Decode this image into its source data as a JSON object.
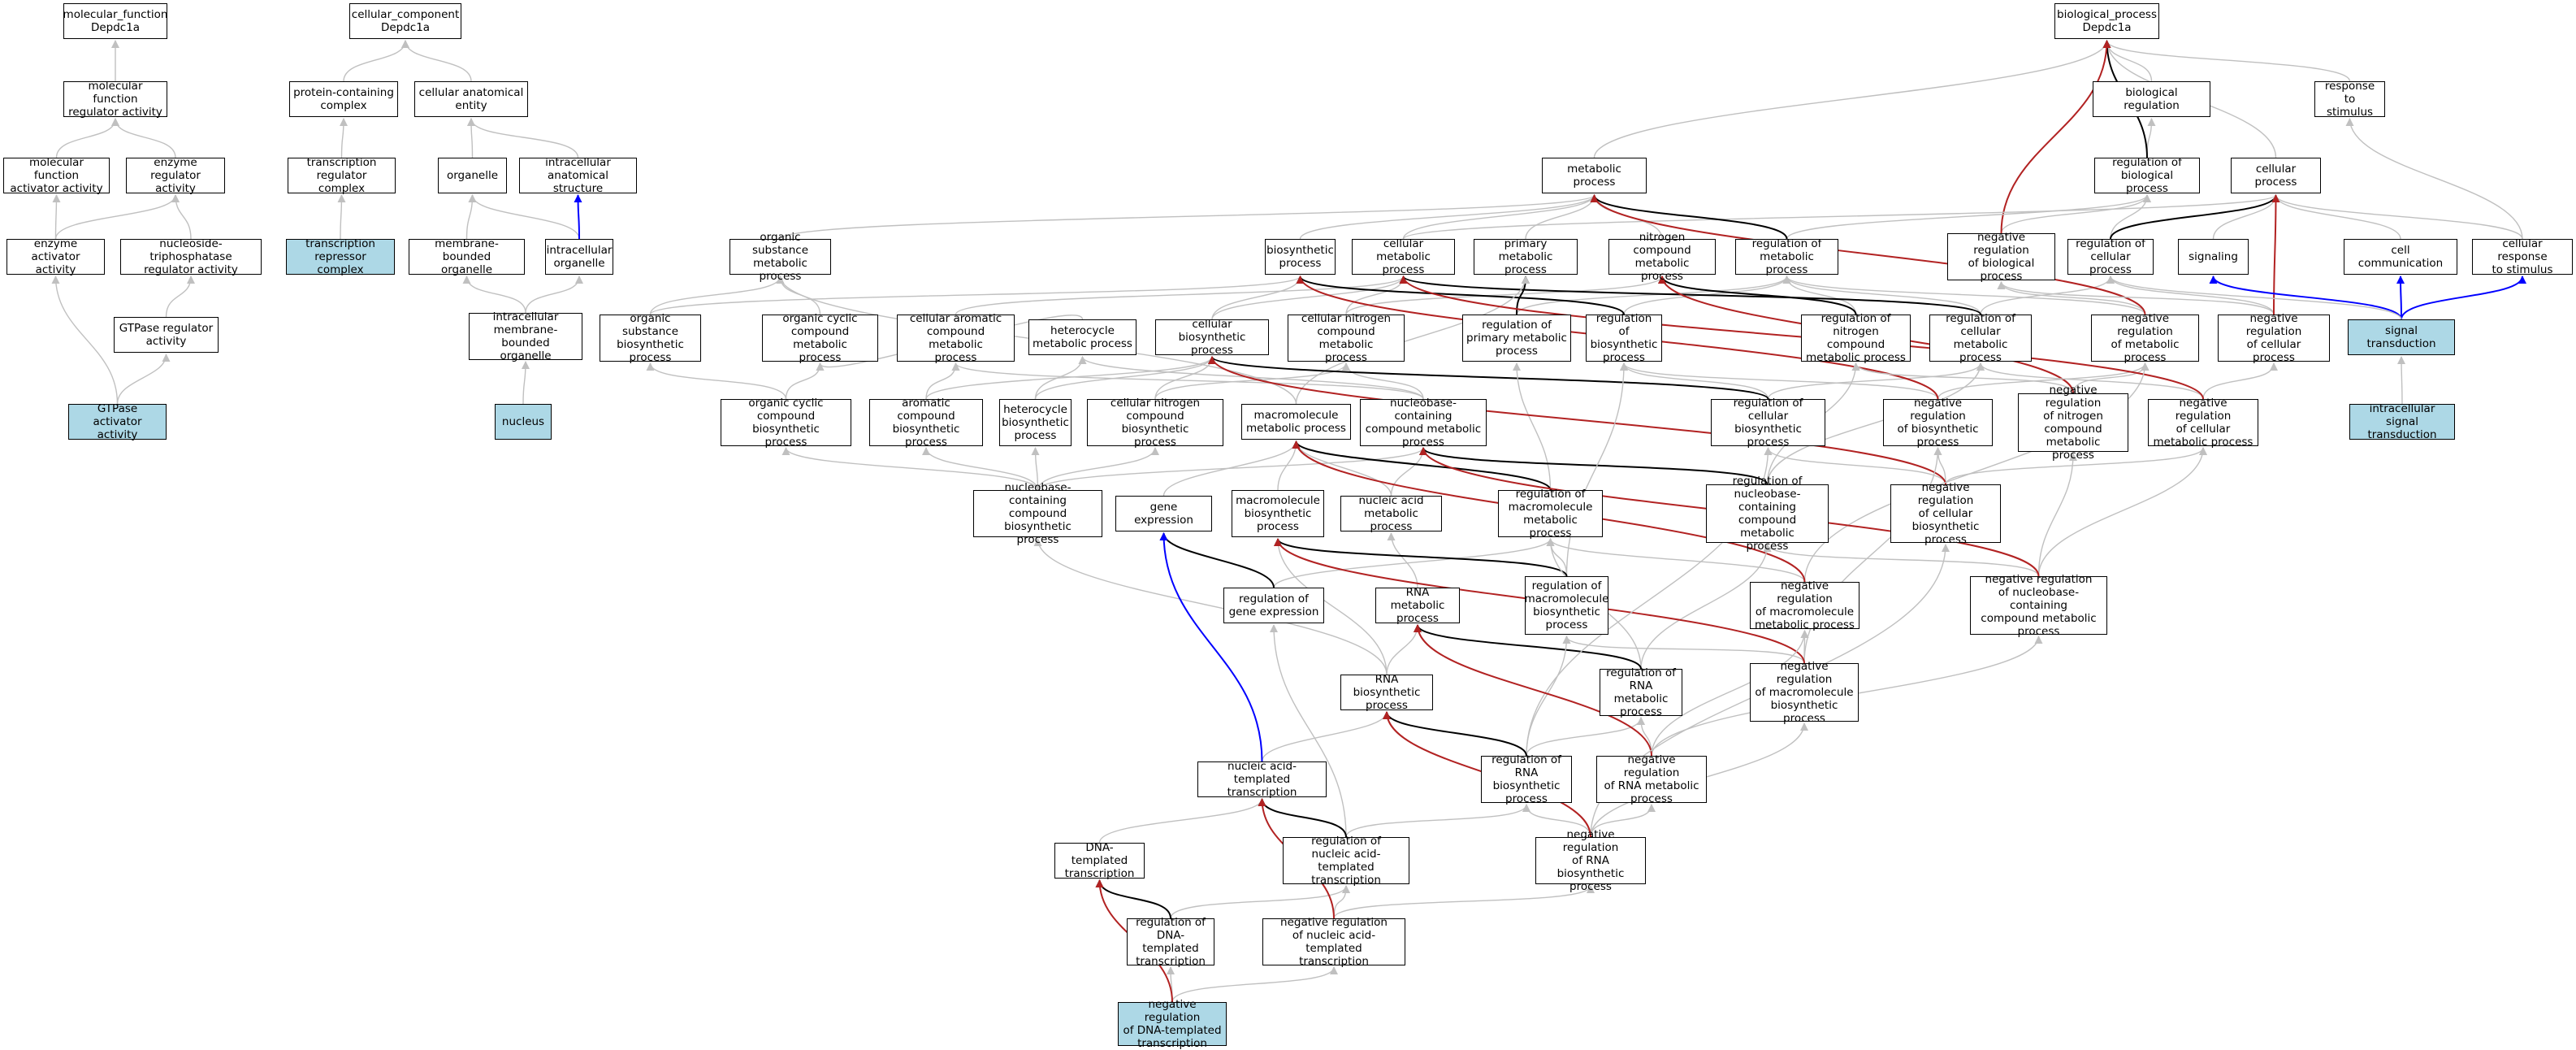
{
  "colors": {
    "highlight_fill": "#add8e6",
    "is_a_edge": "#c0c0c0",
    "part_of_edge": "#0000ff",
    "regulates_edge": "#000000",
    "negatively_regulates_edge": "#b22222"
  },
  "nodes": {
    "mf_root": "molecular_function\nDepdc1a",
    "mf_regulator": "molecular function\nregulator activity",
    "mf_activator": "molecular function\nactivator activity",
    "enzyme_regulator": "enzyme regulator\nactivity",
    "enzyme_activator": "enzyme activator\nactivity",
    "ntp_regulator": "nucleoside-triphosphatase\nregulator activity",
    "gtpase_regulator": "GTPase regulator\nactivity",
    "gtpase_activator": "GTPase activator\nactivity",
    "cc_root": "cellular_component\nDepdc1a",
    "protein_complex": "protein-containing\ncomplex",
    "cell_anat_entity": "cellular anatomical\nentity",
    "tf_regulator_complex": "transcription\nregulator complex",
    "repressor_complex": "transcription\nrepressor complex",
    "organelle": "organelle",
    "intracell_anat": "intracellular\nanatomical structure",
    "membrane_organelle": "membrane-bounded\norganelle",
    "intracell_organelle": "intracellular\norganelle",
    "intracell_membrane_organelle": "intracellular\nmembrane-bounded\norganelle",
    "nucleus": "nucleus",
    "bp_root": "biological_process\nDepdc1a",
    "bio_regulation": "biological regulation",
    "response_stimulus": "response to\nstimulus",
    "metabolic_process": "metabolic process",
    "reg_bio_process": "regulation of\nbiological process",
    "cellular_process": "cellular process",
    "organic_sub_metab": "organic substance\nmetabolic process",
    "biosynthetic_process": "biosynthetic\nprocess",
    "cellular_metab": "cellular metabolic\nprocess",
    "primary_metab": "primary metabolic\nprocess",
    "nitrogen_compound_metab": "nitrogen compound\nmetabolic process",
    "reg_metab": "regulation of\nmetabolic process",
    "neg_reg_bio_process": "negative regulation\nof biological\nprocess",
    "reg_cellular_process": "regulation of\ncellular process",
    "signaling": "signaling",
    "cell_communication": "cell communication",
    "cellular_response_stimulus": "cellular response\nto stimulus",
    "organic_sub_biosyn": "organic substance\nbiosynthetic\nprocess",
    "organic_cyclic_metab": "organic cyclic\ncompound metabolic\nprocess",
    "cellular_aromatic_metab": "cellular aromatic\ncompound metabolic\nprocess",
    "heterocycle_metab": "heterocycle\nmetabolic process",
    "cellular_biosyn": "cellular biosynthetic\nprocess",
    "cellular_nitrogen_metab": "cellular nitrogen\ncompound metabolic\nprocess",
    "reg_primary_metab": "regulation of\nprimary metabolic\nprocess",
    "reg_biosyn": "regulation of\nbiosynthetic\nprocess",
    "reg_nitrogen_metab": "regulation of\nnitrogen compound\nmetabolic process",
    "reg_cellular_metab": "regulation of\ncellular metabolic\nprocess",
    "neg_reg_metab": "negative regulation\nof metabolic\nprocess",
    "neg_reg_cellular_process": "negative regulation\nof cellular\nprocess",
    "signal_transduction": "signal transduction",
    "organic_cyclic_biosyn": "organic cyclic\ncompound biosynthetic\nprocess",
    "aromatic_biosyn": "aromatic compound\nbiosynthetic\nprocess",
    "heterocycle_biosyn": "heterocycle\nbiosynthetic\nprocess",
    "cellular_nitrogen_biosyn": "cellular nitrogen\ncompound biosynthetic\nprocess",
    "macromolecule_metab": "macromolecule\nmetabolic process",
    "nucleobase_metab": "nucleobase-containing\ncompound metabolic\nprocess",
    "reg_cellular_biosyn": "regulation of\ncellular biosynthetic\nprocess",
    "neg_reg_biosyn": "negative regulation\nof biosynthetic\nprocess",
    "neg_reg_nitrogen_metab": "negative regulation\nof nitrogen\ncompound metabolic\nprocess",
    "neg_reg_cellular_metab": "negative regulation\nof cellular\nmetabolic process",
    "intracellular_signal_transduction": "intracellular\nsignal transduction",
    "nucleobase_biosyn": "nucleobase-containing\ncompound biosynthetic\nprocess",
    "gene_expression": "gene expression",
    "macromolecule_biosyn": "macromolecule\nbiosynthetic\nprocess",
    "nucleic_acid_metab": "nucleic acid\nmetabolic process",
    "reg_macromolecule_metab": "regulation of\nmacromolecule\nmetabolic process",
    "reg_nucleobase_metab": "regulation of\nnucleobase-containing\ncompound metabolic\nprocess",
    "neg_reg_cellular_biosyn": "negative regulation\nof cellular\nbiosynthetic\nprocess",
    "reg_gene_expression": "regulation of\ngene expression",
    "rna_metab": "RNA metabolic\nprocess",
    "reg_macromolecule_biosyn": "regulation of\nmacromolecule\nbiosynthetic\nprocess",
    "neg_reg_macromolecule_metab": "negative regulation\nof macromolecule\nmetabolic process",
    "neg_reg_nucleobase_metab": "negative regulation\nof nucleobase-containing\ncompound metabolic\nprocess",
    "rna_biosyn": "RNA biosynthetic\nprocess",
    "reg_rna_metab": "regulation of\nRNA metabolic\nprocess",
    "neg_reg_macromolecule_biosyn": "negative regulation\nof macromolecule\nbiosynthetic\nprocess",
    "nucleic_acid_transcription": "nucleic acid-templated\ntranscription",
    "reg_rna_biosyn": "regulation of\nRNA biosynthetic\nprocess",
    "neg_reg_rna_metab": "negative regulation\nof RNA metabolic\nprocess",
    "dna_transcription": "DNA-templated\ntranscription",
    "reg_nucleic_acid_transcription": "regulation of\nnucleic acid-templated\ntranscription",
    "neg_reg_rna_biosyn": "negative regulation\nof RNA biosynthetic\nprocess",
    "reg_dna_transcription": "regulation of\nDNA-templated\ntranscription",
    "neg_reg_nucleic_acid_transcription": "negative regulation\nof nucleic acid-templated\ntranscription",
    "neg_reg_dna_transcription": "negative regulation\nof DNA-templated\ntranscription"
  },
  "highlighted": [
    "gtpase_activator",
    "repressor_complex",
    "nucleus",
    "signal_transduction",
    "intracellular_signal_transduction",
    "neg_reg_dna_transcription"
  ],
  "edges": [
    [
      "mf_regulator",
      "mf_root",
      "is_a"
    ],
    [
      "mf_activator",
      "mf_regulator",
      "is_a"
    ],
    [
      "enzyme_regulator",
      "mf_regulator",
      "is_a"
    ],
    [
      "enzyme_activator",
      "mf_activator",
      "is_a"
    ],
    [
      "enzyme_activator",
      "enzyme_regulator",
      "is_a"
    ],
    [
      "ntp_regulator",
      "enzyme_regulator",
      "is_a"
    ],
    [
      "gtpase_regulator",
      "ntp_regulator",
      "is_a"
    ],
    [
      "gtpase_activator",
      "enzyme_activator",
      "is_a"
    ],
    [
      "gtpase_activator",
      "gtpase_regulator",
      "is_a"
    ],
    [
      "protein_complex",
      "cc_root",
      "is_a"
    ],
    [
      "cell_anat_entity",
      "cc_root",
      "is_a"
    ],
    [
      "tf_regulator_complex",
      "protein_complex",
      "is_a"
    ],
    [
      "repressor_complex",
      "tf_regulator_complex",
      "is_a"
    ],
    [
      "organelle",
      "cell_anat_entity",
      "is_a"
    ],
    [
      "intracell_anat",
      "cell_anat_entity",
      "is_a"
    ],
    [
      "membrane_organelle",
      "organelle",
      "is_a"
    ],
    [
      "intracell_organelle",
      "organelle",
      "is_a"
    ],
    [
      "intracell_organelle",
      "intracell_anat",
      "part_of"
    ],
    [
      "intracell_membrane_organelle",
      "membrane_organelle",
      "is_a"
    ],
    [
      "intracell_membrane_organelle",
      "intracell_organelle",
      "is_a"
    ],
    [
      "nucleus",
      "intracell_membrane_organelle",
      "is_a"
    ],
    [
      "bio_regulation",
      "bp_root",
      "is_a"
    ],
    [
      "response_stimulus",
      "bp_root",
      "is_a"
    ],
    [
      "metabolic_process",
      "bp_root",
      "is_a"
    ],
    [
      "cellular_process",
      "bp_root",
      "is_a"
    ],
    [
      "reg_bio_process",
      "bio_regulation",
      "is_a"
    ],
    [
      "reg_bio_process",
      "bp_root",
      "regulates"
    ],
    [
      "neg_reg_bio_process",
      "reg_bio_process",
      "is_a"
    ],
    [
      "neg_reg_bio_process",
      "bp_root",
      "negatively_regulates"
    ],
    [
      "organic_sub_metab",
      "metabolic_process",
      "is_a"
    ],
    [
      "biosynthetic_process",
      "metabolic_process",
      "is_a"
    ],
    [
      "cellular_metab",
      "metabolic_process",
      "is_a"
    ],
    [
      "cellular_metab",
      "cellular_process",
      "is_a"
    ],
    [
      "primary_metab",
      "metabolic_process",
      "is_a"
    ],
    [
      "nitrogen_compound_metab",
      "metabolic_process",
      "is_a"
    ],
    [
      "reg_metab",
      "reg_bio_process",
      "is_a"
    ],
    [
      "reg_metab",
      "metabolic_process",
      "regulates"
    ],
    [
      "reg_cellular_process",
      "reg_bio_process",
      "is_a"
    ],
    [
      "reg_cellular_process",
      "cellular_process",
      "regulates"
    ],
    [
      "signaling",
      "cellular_process",
      "is_a"
    ],
    [
      "cell_communication",
      "cellular_process",
      "is_a"
    ],
    [
      "cellular_response_stimulus",
      "response_stimulus",
      "is_a"
    ],
    [
      "cellular_response_stimulus",
      "cellular_process",
      "is_a"
    ],
    [
      "organic_sub_biosyn",
      "organic_sub_metab",
      "is_a"
    ],
    [
      "organic_sub_biosyn",
      "biosynthetic_process",
      "is_a"
    ],
    [
      "organic_cyclic_metab",
      "organic_sub_metab",
      "is_a"
    ],
    [
      "cellular_aromatic_metab",
      "cellular_metab",
      "is_a"
    ],
    [
      "heterocycle_metab",
      "organic_cyclic_metab",
      "is_a"
    ],
    [
      "cellular_biosyn",
      "biosynthetic_process",
      "is_a"
    ],
    [
      "cellular_biosyn",
      "cellular_metab",
      "is_a"
    ],
    [
      "cellular_nitrogen_metab",
      "cellular_metab",
      "is_a"
    ],
    [
      "cellular_nitrogen_metab",
      "nitrogen_compound_metab",
      "is_a"
    ],
    [
      "reg_primary_metab",
      "reg_metab",
      "is_a"
    ],
    [
      "reg_primary_metab",
      "primary_metab",
      "regulates"
    ],
    [
      "reg_biosyn",
      "reg_metab",
      "is_a"
    ],
    [
      "reg_biosyn",
      "biosynthetic_process",
      "regulates"
    ],
    [
      "reg_nitrogen_metab",
      "reg_metab",
      "is_a"
    ],
    [
      "reg_nitrogen_metab",
      "nitrogen_compound_metab",
      "regulates"
    ],
    [
      "reg_cellular_metab",
      "reg_metab",
      "is_a"
    ],
    [
      "reg_cellular_metab",
      "reg_cellular_process",
      "is_a"
    ],
    [
      "reg_cellular_metab",
      "cellular_metab",
      "regulates"
    ],
    [
      "neg_reg_metab",
      "reg_metab",
      "is_a"
    ],
    [
      "neg_reg_metab",
      "neg_reg_bio_process",
      "is_a"
    ],
    [
      "neg_reg_metab",
      "metabolic_process",
      "negatively_regulates"
    ],
    [
      "neg_reg_cellular_process",
      "reg_cellular_process",
      "is_a"
    ],
    [
      "neg_reg_cellular_process",
      "neg_reg_bio_process",
      "is_a"
    ],
    [
      "neg_reg_cellular_process",
      "cellular_process",
      "negatively_regulates"
    ],
    [
      "signal_transduction",
      "signaling",
      "part_of"
    ],
    [
      "signal_transduction",
      "cell_communication",
      "part_of"
    ],
    [
      "signal_transduction",
      "cellular_response_stimulus",
      "part_of"
    ],
    [
      "signal_transduction",
      "reg_cellular_process",
      "is_a"
    ],
    [
      "organic_cyclic_biosyn",
      "organic_cyclic_metab",
      "is_a"
    ],
    [
      "organic_cyclic_biosyn",
      "organic_sub_biosyn",
      "is_a"
    ],
    [
      "aromatic_biosyn",
      "cellular_aromatic_metab",
      "is_a"
    ],
    [
      "aromatic_biosyn",
      "cellular_biosyn",
      "is_a"
    ],
    [
      "heterocycle_biosyn",
      "heterocycle_metab",
      "is_a"
    ],
    [
      "heterocycle_biosyn",
      "cellular_biosyn",
      "is_a"
    ],
    [
      "cellular_nitrogen_biosyn",
      "cellular_nitrogen_metab",
      "is_a"
    ],
    [
      "cellular_nitrogen_biosyn",
      "cellular_biosyn",
      "is_a"
    ],
    [
      "macromolecule_metab",
      "primary_metab",
      "is_a"
    ],
    [
      "macromolecule_metab",
      "organic_sub_metab",
      "is_a"
    ],
    [
      "nucleobase_metab",
      "cellular_nitrogen_metab",
      "is_a"
    ],
    [
      "nucleobase_metab",
      "heterocycle_metab",
      "is_a"
    ],
    [
      "nucleobase_metab",
      "cellular_aromatic_metab",
      "is_a"
    ],
    [
      "reg_cellular_biosyn",
      "reg_biosyn",
      "is_a"
    ],
    [
      "reg_cellular_biosyn",
      "reg_cellular_metab",
      "is_a"
    ],
    [
      "reg_cellular_biosyn",
      "cellular_biosyn",
      "regulates"
    ],
    [
      "neg_reg_biosyn",
      "reg_biosyn",
      "is_a"
    ],
    [
      "neg_reg_biosyn",
      "neg_reg_metab",
      "is_a"
    ],
    [
      "neg_reg_biosyn",
      "biosynthetic_process",
      "negatively_regulates"
    ],
    [
      "neg_reg_nitrogen_metab",
      "reg_nitrogen_metab",
      "is_a"
    ],
    [
      "neg_reg_nitrogen_metab",
      "neg_reg_metab",
      "is_a"
    ],
    [
      "neg_reg_nitrogen_metab",
      "nitrogen_compound_metab",
      "negatively_regulates"
    ],
    [
      "neg_reg_cellular_metab",
      "reg_cellular_metab",
      "is_a"
    ],
    [
      "neg_reg_cellular_metab",
      "neg_reg_cellular_process",
      "is_a"
    ],
    [
      "neg_reg_cellular_metab",
      "cellular_metab",
      "negatively_regulates"
    ],
    [
      "intracellular_signal_transduction",
      "signal_transduction",
      "is_a"
    ],
    [
      "nucleobase_biosyn",
      "nucleobase_metab",
      "is_a"
    ],
    [
      "nucleobase_biosyn",
      "organic_cyclic_biosyn",
      "is_a"
    ],
    [
      "nucleobase_biosyn",
      "aromatic_biosyn",
      "is_a"
    ],
    [
      "nucleobase_biosyn",
      "heterocycle_biosyn",
      "is_a"
    ],
    [
      "nucleobase_biosyn",
      "cellular_nitrogen_biosyn",
      "is_a"
    ],
    [
      "gene_expression",
      "macromolecule_metab",
      "is_a"
    ],
    [
      "macromolecule_biosyn",
      "macromolecule_metab",
      "is_a"
    ],
    [
      "nucleic_acid_metab",
      "nucleobase_metab",
      "is_a"
    ],
    [
      "nucleic_acid_metab",
      "macromolecule_metab",
      "is_a"
    ],
    [
      "reg_macromolecule_metab",
      "reg_primary_metab",
      "is_a"
    ],
    [
      "reg_macromolecule_metab",
      "macromolecule_metab",
      "regulates"
    ],
    [
      "reg_nucleobase_metab",
      "reg_cellular_metab",
      "is_a"
    ],
    [
      "reg_nucleobase_metab",
      "reg_nitrogen_metab",
      "is_a"
    ],
    [
      "reg_nucleobase_metab",
      "nucleobase_metab",
      "regulates"
    ],
    [
      "neg_reg_cellular_biosyn",
      "reg_cellular_biosyn",
      "is_a"
    ],
    [
      "neg_reg_cellular_biosyn",
      "neg_reg_biosyn",
      "is_a"
    ],
    [
      "neg_reg_cellular_biosyn",
      "neg_reg_cellular_metab",
      "is_a"
    ],
    [
      "neg_reg_cellular_biosyn",
      "cellular_biosyn",
      "negatively_regulates"
    ],
    [
      "reg_gene_expression",
      "reg_macromolecule_metab",
      "is_a"
    ],
    [
      "reg_gene_expression",
      "gene_expression",
      "regulates"
    ],
    [
      "rna_metab",
      "nucleic_acid_metab",
      "is_a"
    ],
    [
      "reg_macromolecule_biosyn",
      "reg_macromolecule_metab",
      "is_a"
    ],
    [
      "reg_macromolecule_biosyn",
      "reg_biosyn",
      "is_a"
    ],
    [
      "reg_macromolecule_biosyn",
      "macromolecule_biosyn",
      "regulates"
    ],
    [
      "neg_reg_macromolecule_metab",
      "reg_macromolecule_metab",
      "is_a"
    ],
    [
      "neg_reg_macromolecule_metab",
      "neg_reg_metab",
      "is_a"
    ],
    [
      "neg_reg_macromolecule_metab",
      "macromolecule_metab",
      "negatively_regulates"
    ],
    [
      "neg_reg_nucleobase_metab",
      "reg_nucleobase_metab",
      "is_a"
    ],
    [
      "neg_reg_nucleobase_metab",
      "neg_reg_nitrogen_metab",
      "is_a"
    ],
    [
      "neg_reg_nucleobase_metab",
      "neg_reg_cellular_metab",
      "is_a"
    ],
    [
      "neg_reg_nucleobase_metab",
      "nucleobase_metab",
      "negatively_regulates"
    ],
    [
      "rna_biosyn",
      "rna_metab",
      "is_a"
    ],
    [
      "rna_biosyn",
      "macromolecule_biosyn",
      "is_a"
    ],
    [
      "rna_biosyn",
      "nucleobase_biosyn",
      "is_a"
    ],
    [
      "reg_rna_metab",
      "reg_nucleobase_metab",
      "is_a"
    ],
    [
      "reg_rna_metab",
      "reg_macromolecule_metab",
      "is_a"
    ],
    [
      "reg_rna_metab",
      "rna_metab",
      "regulates"
    ],
    [
      "neg_reg_macromolecule_biosyn",
      "reg_macromolecule_biosyn",
      "is_a"
    ],
    [
      "neg_reg_macromolecule_biosyn",
      "neg_reg_macromolecule_metab",
      "is_a"
    ],
    [
      "neg_reg_macromolecule_biosyn",
      "neg_reg_biosyn",
      "is_a"
    ],
    [
      "neg_reg_macromolecule_biosyn",
      "macromolecule_biosyn",
      "negatively_regulates"
    ],
    [
      "nucleic_acid_transcription",
      "rna_biosyn",
      "is_a"
    ],
    [
      "nucleic_acid_transcription",
      "gene_expression",
      "part_of"
    ],
    [
      "reg_rna_biosyn",
      "reg_rna_metab",
      "is_a"
    ],
    [
      "reg_rna_biosyn",
      "reg_macromolecule_biosyn",
      "is_a"
    ],
    [
      "reg_rna_biosyn",
      "reg_cellular_biosyn",
      "is_a"
    ],
    [
      "reg_rna_biosyn",
      "rna_biosyn",
      "regulates"
    ],
    [
      "neg_reg_rna_metab",
      "reg_rna_metab",
      "is_a"
    ],
    [
      "neg_reg_rna_metab",
      "neg_reg_nucleobase_metab",
      "is_a"
    ],
    [
      "neg_reg_rna_metab",
      "neg_reg_macromolecule_metab",
      "is_a"
    ],
    [
      "neg_reg_rna_metab",
      "rna_metab",
      "negatively_regulates"
    ],
    [
      "dna_transcription",
      "nucleic_acid_transcription",
      "is_a"
    ],
    [
      "reg_nucleic_acid_transcription",
      "reg_rna_biosyn",
      "is_a"
    ],
    [
      "reg_nucleic_acid_transcription",
      "reg_gene_expression",
      "is_a"
    ],
    [
      "reg_nucleic_acid_transcription",
      "nucleic_acid_transcription",
      "regulates"
    ],
    [
      "neg_reg_rna_biosyn",
      "reg_rna_biosyn",
      "is_a"
    ],
    [
      "neg_reg_rna_biosyn",
      "neg_reg_rna_metab",
      "is_a"
    ],
    [
      "neg_reg_rna_biosyn",
      "neg_reg_macromolecule_biosyn",
      "is_a"
    ],
    [
      "neg_reg_rna_biosyn",
      "neg_reg_cellular_biosyn",
      "is_a"
    ],
    [
      "neg_reg_rna_biosyn",
      "rna_biosyn",
      "negatively_regulates"
    ],
    [
      "reg_dna_transcription",
      "reg_nucleic_acid_transcription",
      "is_a"
    ],
    [
      "reg_dna_transcription",
      "dna_transcription",
      "regulates"
    ],
    [
      "neg_reg_nucleic_acid_transcription",
      "reg_nucleic_acid_transcription",
      "is_a"
    ],
    [
      "neg_reg_nucleic_acid_transcription",
      "neg_reg_rna_biosyn",
      "is_a"
    ],
    [
      "neg_reg_nucleic_acid_transcription",
      "nucleic_acid_transcription",
      "negatively_regulates"
    ],
    [
      "neg_reg_dna_transcription",
      "reg_dna_transcription",
      "is_a"
    ],
    [
      "neg_reg_dna_transcription",
      "neg_reg_nucleic_acid_transcription",
      "is_a"
    ],
    [
      "neg_reg_dna_transcription",
      "dna_transcription",
      "negatively_regulates"
    ]
  ]
}
